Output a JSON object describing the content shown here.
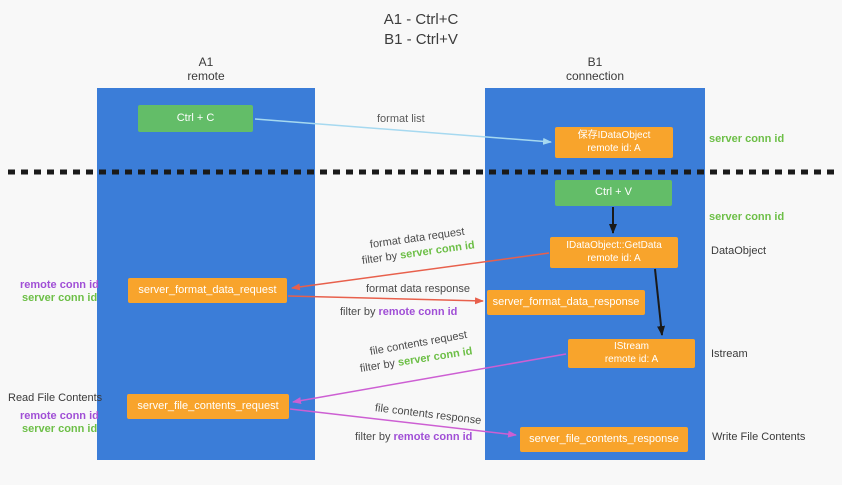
{
  "title": {
    "line1": "A1 - Ctrl+C",
    "line2": "B1 - Ctrl+V"
  },
  "lanes": {
    "left": {
      "name": "A1",
      "subtitle": "remote"
    },
    "right": {
      "name": "B1",
      "subtitle": "connection"
    }
  },
  "nodes": {
    "ctrl_c": "Ctrl + C",
    "ctrl_v": "Ctrl + V",
    "save_dataobject": {
      "title": "保存IDataObject",
      "subtitle": "remote id: A"
    },
    "getdata": {
      "title": "IDataObject::GetData",
      "subtitle": "remote id: A"
    },
    "istream": {
      "title": "IStream",
      "subtitle": "remote id: A"
    },
    "format_request": "server_format_data_request",
    "format_response": "server_format_data_response",
    "file_request": "server_file_contents_request",
    "file_response": "server_file_contents_response"
  },
  "edge_labels": {
    "format_list": "format list",
    "format_data_request": "format data request",
    "format_data_response": "format data response",
    "file_contents_request": "file contents request",
    "file_contents_response": "file contents response",
    "filter_by": "filter by"
  },
  "terms": {
    "server_conn_id": "server conn id",
    "remote_conn_id": "remote conn id"
  },
  "side_labels": {
    "dataobject": "DataObject",
    "istream": "Istream",
    "read_file_contents": "Read File Contents",
    "write_file_contents": "Write File Contents"
  },
  "colors": {
    "lane_blue": "#3b7dd8",
    "box_green": "#63bd68",
    "box_orange": "#f8a42c",
    "arrow_light_blue": "#a6d9f0",
    "arrow_red": "#e8604c",
    "arrow_magenta": "#cd5fd3",
    "arrow_black": "#1a1a1a",
    "text_green": "#6dbf47",
    "text_purple": "#a04fd6"
  }
}
